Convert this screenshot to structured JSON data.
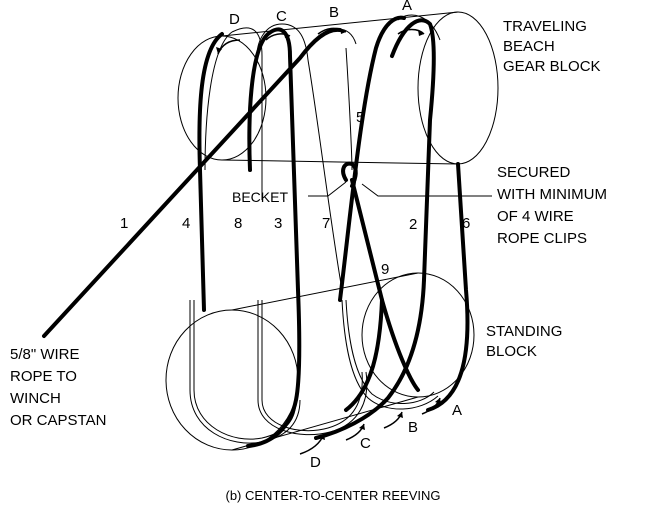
{
  "sheave_letters_top": [
    "D",
    "C",
    "B",
    "A"
  ],
  "sheave_letters_bottom": [
    "D",
    "C",
    "B",
    "A"
  ],
  "part_numbers": [
    "1",
    "2",
    "3",
    "4",
    "5",
    "6",
    "7",
    "8",
    "9"
  ],
  "labels": {
    "traveling_block": [
      "TRAVELING",
      "BEACH",
      "GEAR BLOCK"
    ],
    "becket": "BECKET",
    "secured": [
      "SECURED",
      "WITH MINIMUM",
      "OF 4 WIRE",
      "ROPE CLIPS"
    ],
    "standing_block": [
      "STANDING",
      "BLOCK"
    ],
    "wire_rope": [
      "5/8\" WIRE",
      "ROPE TO",
      "WINCH",
      "OR CAPSTAN"
    ]
  },
  "caption": "(b)  CENTER-TO-CENTER REEVING"
}
